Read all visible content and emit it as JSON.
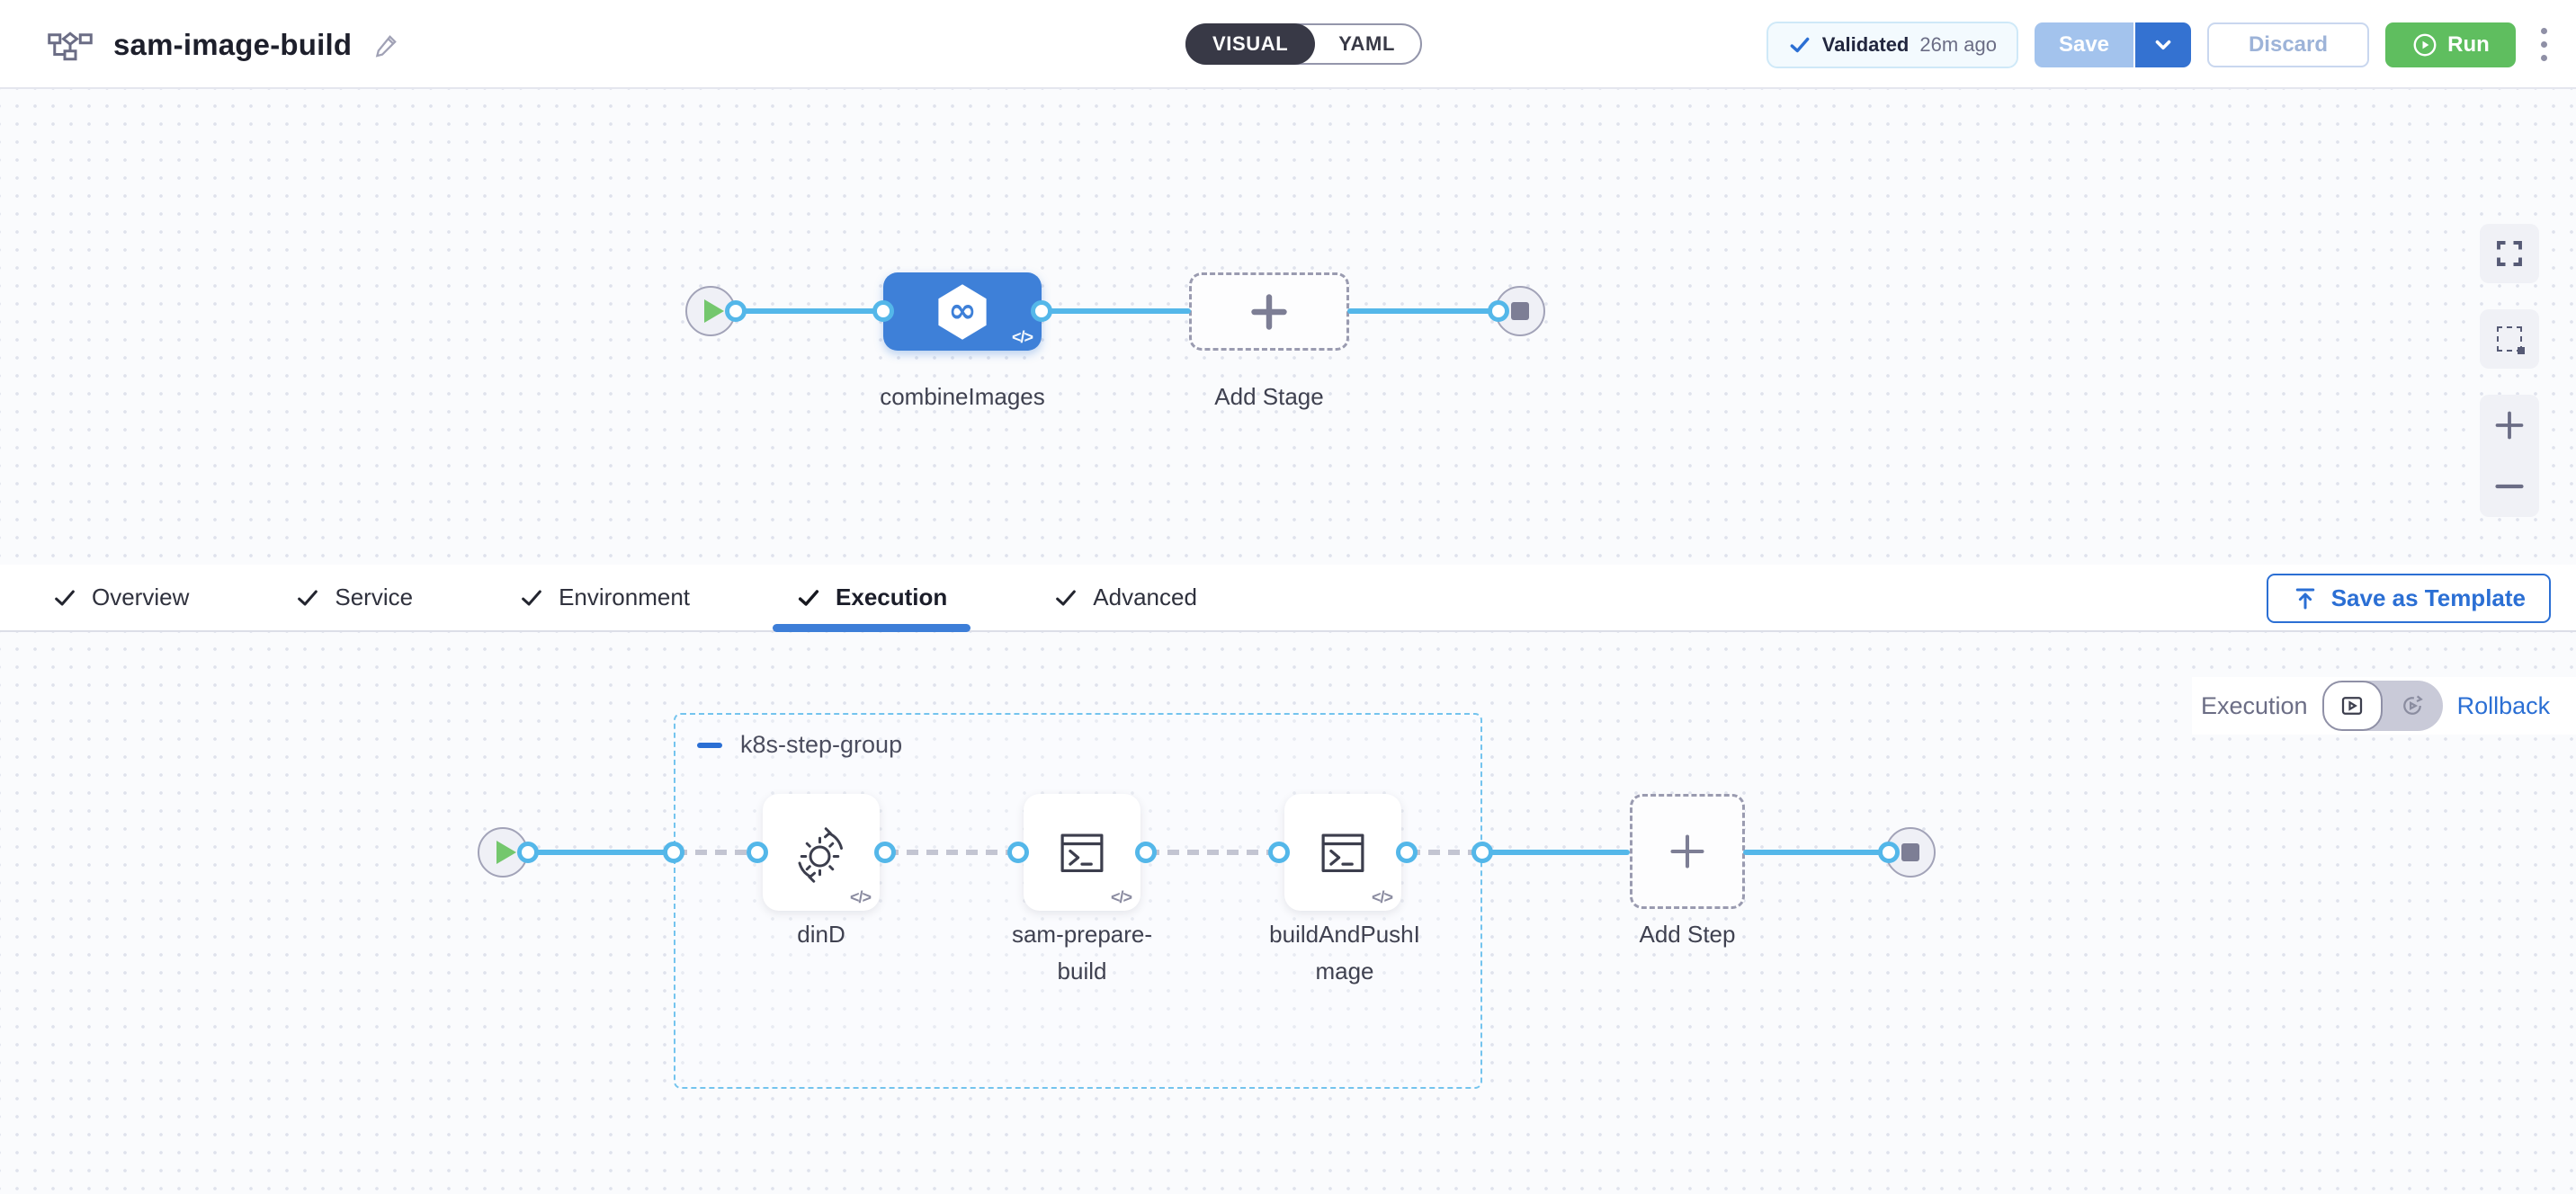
{
  "header": {
    "title": "sam-image-build",
    "view_toggle": {
      "options": [
        "VISUAL",
        "YAML"
      ],
      "selected": "VISUAL"
    },
    "validation": {
      "status": "Validated",
      "time_ago": "26m ago"
    },
    "save_label": "Save",
    "discard_label": "Discard",
    "run_label": "Run"
  },
  "stage_canvas": {
    "stage_label": "combineImages",
    "stage_icon_glyph": "∞",
    "add_stage_label": "Add Stage",
    "code_badge": "</>"
  },
  "tabs": {
    "items": [
      {
        "label": "Overview",
        "checked": true,
        "active": false
      },
      {
        "label": "Service",
        "checked": true,
        "active": false
      },
      {
        "label": "Environment",
        "checked": true,
        "active": false
      },
      {
        "label": "Execution",
        "checked": true,
        "active": true
      },
      {
        "label": "Advanced",
        "checked": true,
        "active": false
      }
    ],
    "save_as_template_label": "Save as Template"
  },
  "execution_canvas": {
    "execution_label": "Execution",
    "rollback_label": "Rollback",
    "mode_selected": "Execution",
    "group_label": "k8s-step-group",
    "steps": [
      {
        "label": "dinD",
        "icon": "gear-sync-icon"
      },
      {
        "label": "sam-prepare-build",
        "icon": "run-script-terminal-icon"
      },
      {
        "label": "buildAndPushImage",
        "icon": "run-script-terminal-icon"
      }
    ],
    "add_step_label": "Add Step",
    "code_badge": "</>"
  },
  "colors": {
    "accent_blue": "#2b6fd4",
    "stage_blue": "#3e80d8",
    "connector_blue": "#54b7e9",
    "run_green": "#5fbe5f",
    "toggle_dark": "#383946"
  }
}
